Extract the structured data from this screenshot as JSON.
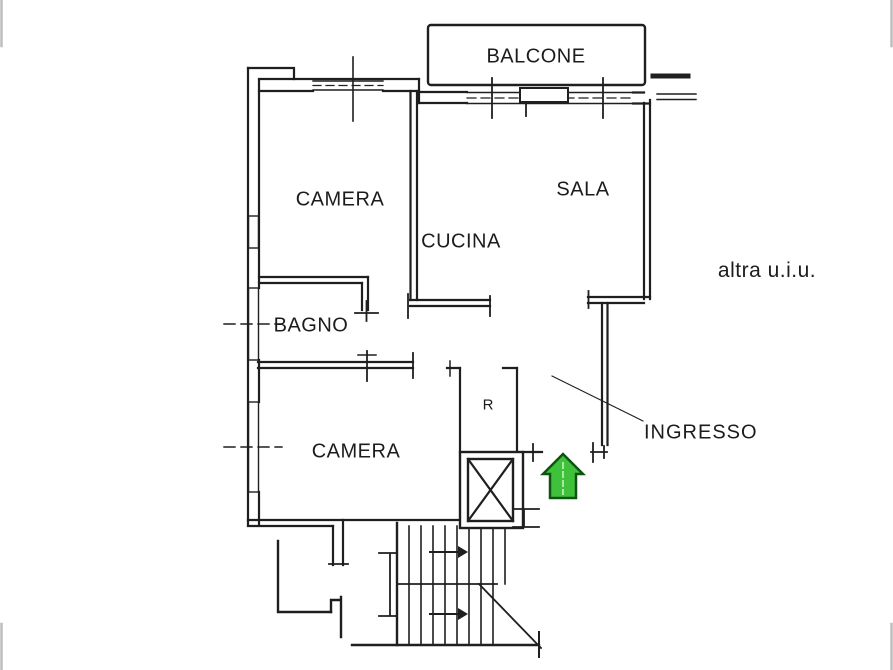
{
  "plan": {
    "background": "#ffffff",
    "wall_color": "#1f1f1f",
    "labels": {
      "balcone": "BALCONE",
      "camera_top": "CAMERA",
      "sala": "SALA",
      "cucina": "CUCINA",
      "bagno": "BAGNO",
      "camera_bottom": "CAMERA",
      "ingresso": "INGRESSO",
      "altra_uiu": "altra u.i.u.",
      "shaft_symbol": "R"
    },
    "symbols": {
      "entrance_arrow_fill": "#3fc13c",
      "entrance_arrow_border": "#0c5510"
    }
  }
}
